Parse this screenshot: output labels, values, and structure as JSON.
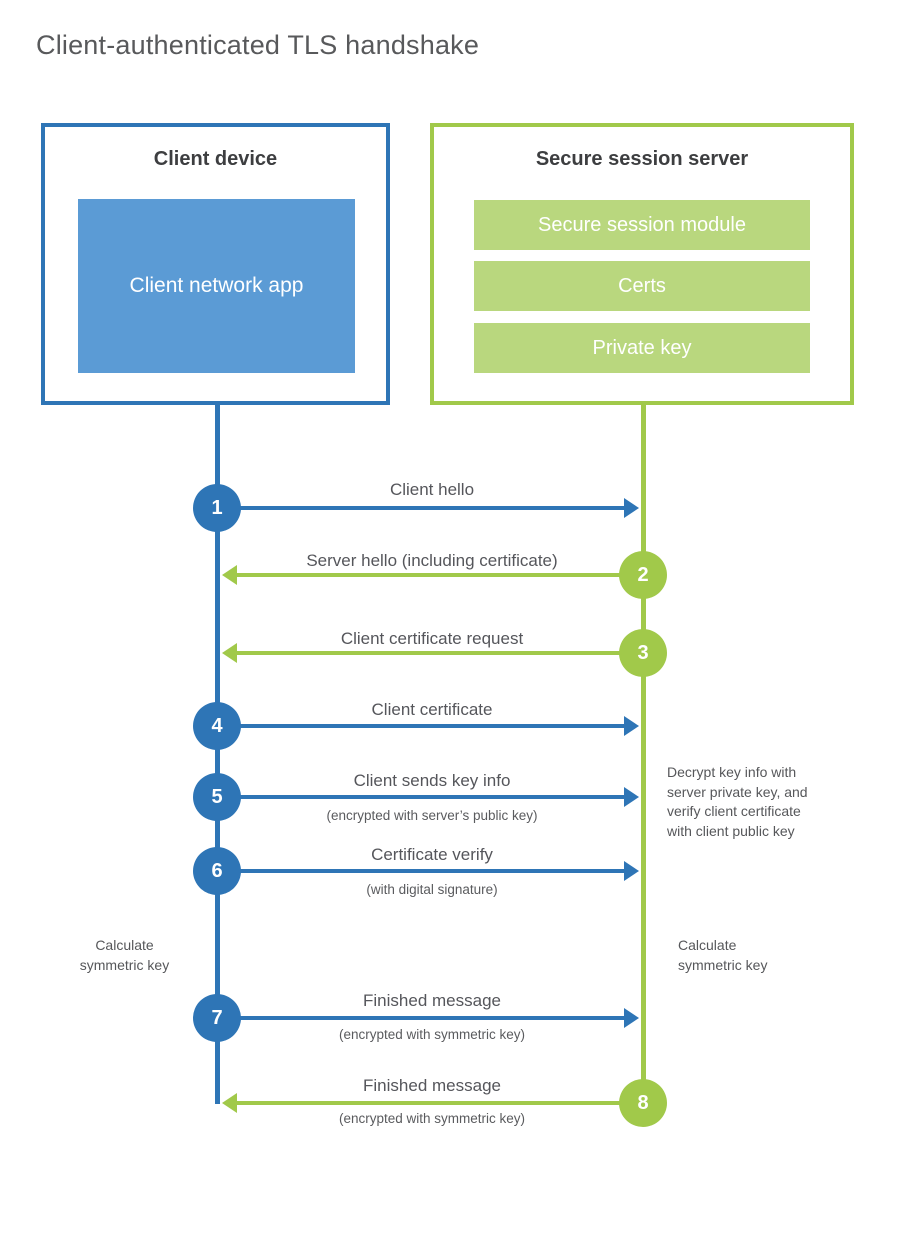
{
  "title": "Client-authenticated TLS handshake",
  "client": {
    "title": "Client device",
    "module": "Client network app"
  },
  "server": {
    "title": "Secure session server",
    "modules": [
      "Secure session module",
      "Certs",
      "Private key"
    ]
  },
  "steps": [
    {
      "num": "1",
      "label": "Client hello",
      "direction": "client-to-server"
    },
    {
      "num": "2",
      "label": "Server hello (including certificate)",
      "direction": "server-to-client"
    },
    {
      "num": "3",
      "label": "Client certificate request",
      "direction": "server-to-client"
    },
    {
      "num": "4",
      "label": "Client certificate",
      "direction": "client-to-server"
    },
    {
      "num": "5",
      "label": "Client sends key info",
      "sub": "(encrypted with server’s public key)",
      "direction": "client-to-server"
    },
    {
      "num": "6",
      "label": "Certificate verify",
      "sub": "(with digital signature)",
      "direction": "client-to-server"
    },
    {
      "num": "7",
      "label": "Finished message",
      "sub": "(encrypted with symmetric key)",
      "direction": "client-to-server"
    },
    {
      "num": "8",
      "label": "Finished message",
      "sub": "(encrypted with symmetric key)",
      "direction": "server-to-client"
    }
  ],
  "annotations": {
    "server_decrypt": "Decrypt key info with server private key, and verify client certificate with client public key",
    "client_calc": "Calculate symmetric key",
    "server_calc": "Calculate symmetric key"
  },
  "colors": {
    "blue_accent": "#2e75b6",
    "blue_fill": "#5b9bd5",
    "green_accent": "#a1c94a",
    "green_fill": "#b9d77e"
  }
}
